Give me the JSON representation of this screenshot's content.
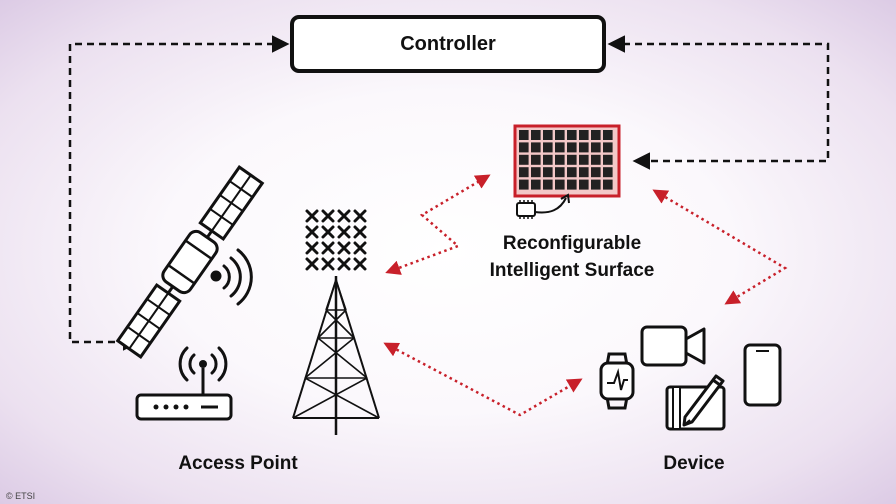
{
  "controller": {
    "label": "Controller"
  },
  "ris": {
    "label_line1": "Reconfigurable",
    "label_line2": "Intelligent Surface"
  },
  "access_point": {
    "label": "Access Point"
  },
  "device": {
    "label": "Device"
  },
  "copyright": "© ETSI",
  "colors": {
    "line": "#111111",
    "signal": "#c8202a",
    "ris_cell": "#222222",
    "ris_bg": "#f3c8c8"
  },
  "icons": [
    "satellite-icon",
    "router-icon",
    "tower-icon",
    "antenna-array-icon",
    "ris-panel-icon",
    "chip-icon",
    "camera-icon",
    "phone-icon",
    "smartwatch-icon",
    "tablet-pen-icon"
  ]
}
